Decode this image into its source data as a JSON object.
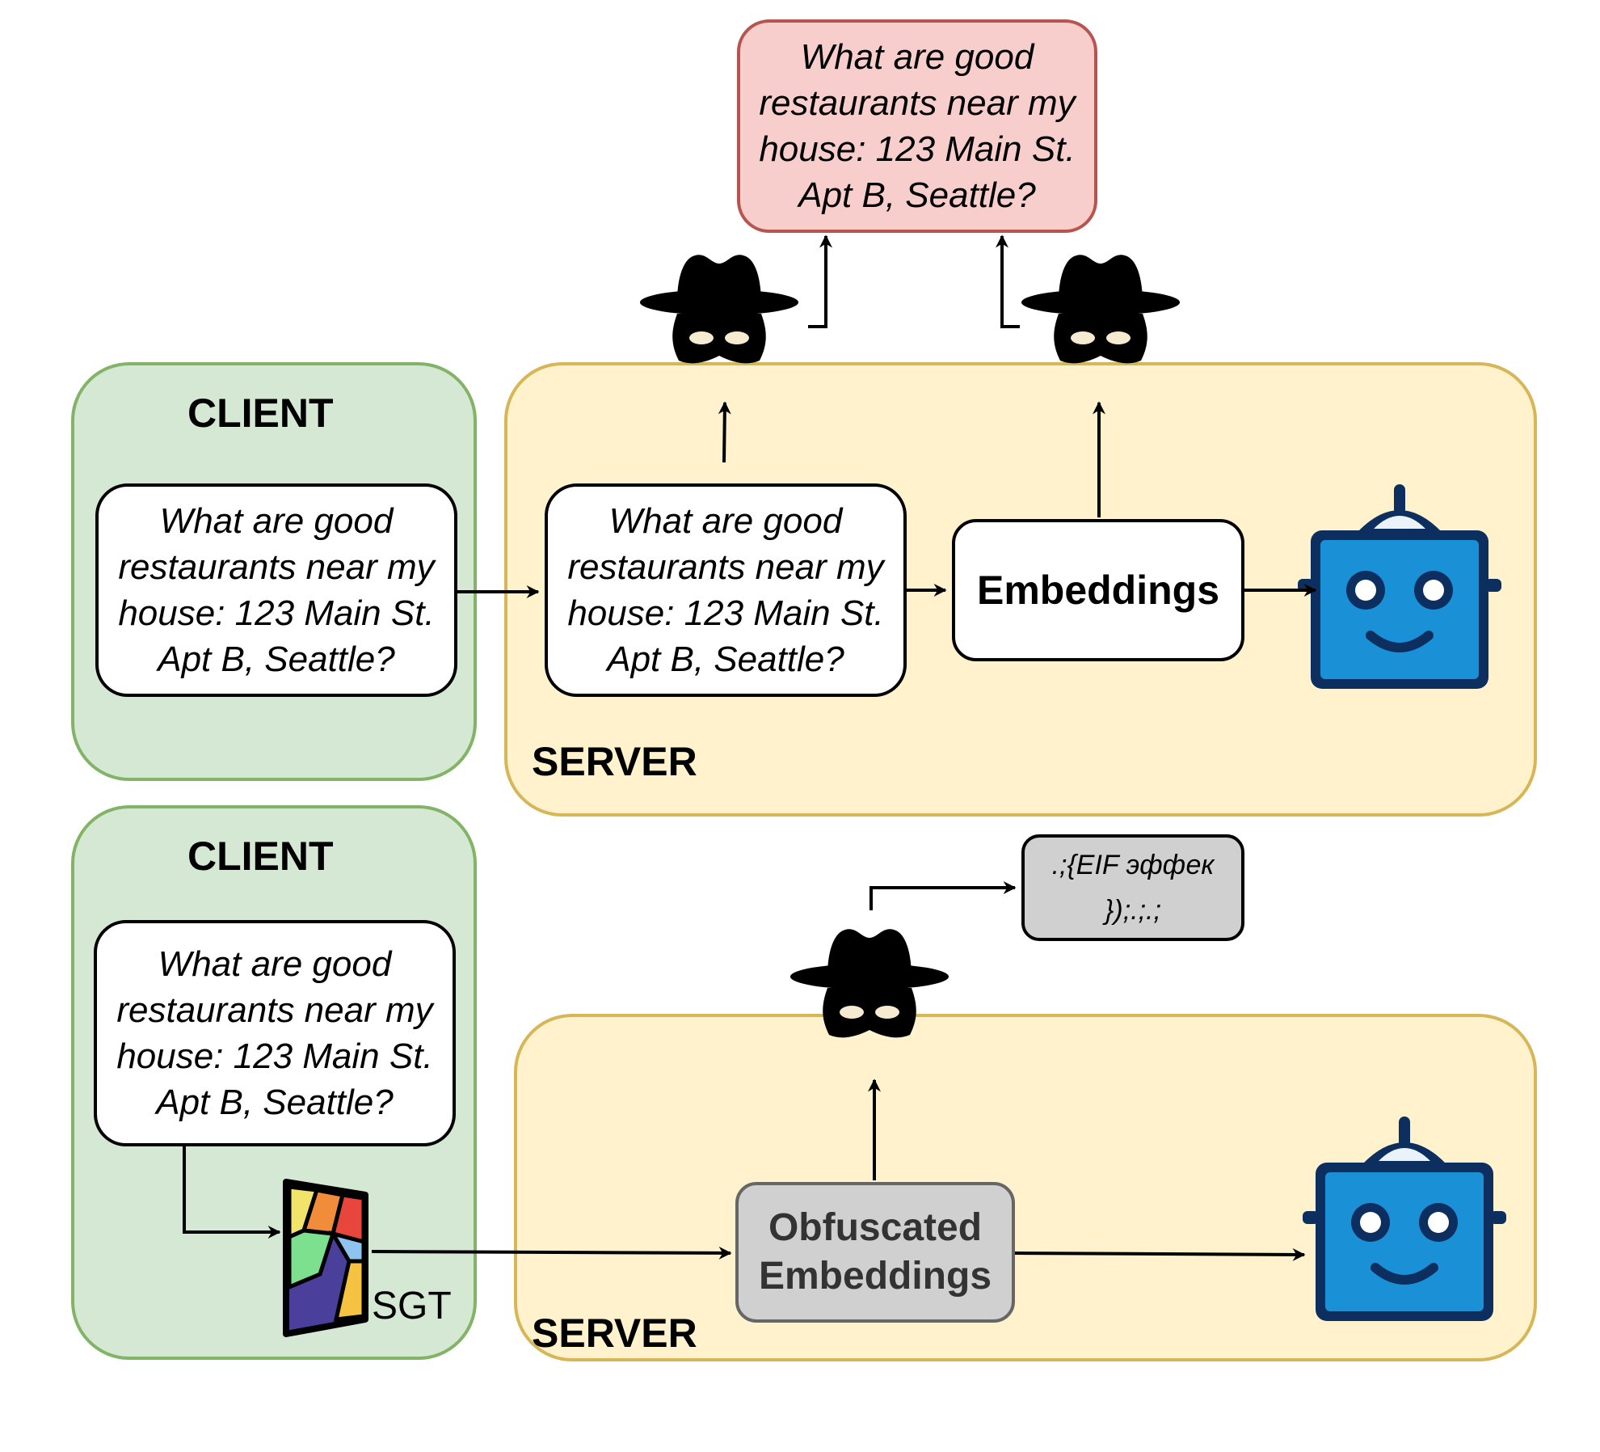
{
  "client_label": "CLIENT",
  "server_label": "SERVER",
  "query_line1": "What are good",
  "query_line2": "restaurants near my",
  "query_line3": "house: 123 Main St.",
  "query_line4": "Apt B, Seattle?",
  "embeddings_label": "Embeddings",
  "obfuscated_line1": "Obfuscated",
  "obfuscated_line2": "Embeddings",
  "garbled_line1": ".;{EIF эффек",
  "garbled_line2": "});.;.;",
  "sgt_label": "SGT",
  "colors": {
    "client_fill": "#d5e8d4",
    "client_border": "#82b366",
    "server_fill": "#fff2cc",
    "server_border": "#d6b656",
    "leak_fill": "#f8cecc",
    "leak_border": "#b85450",
    "obfuscated_fill": "#d0d0d0",
    "robot_blue": "#1a90d6",
    "robot_navy": "#0d2f5f"
  }
}
